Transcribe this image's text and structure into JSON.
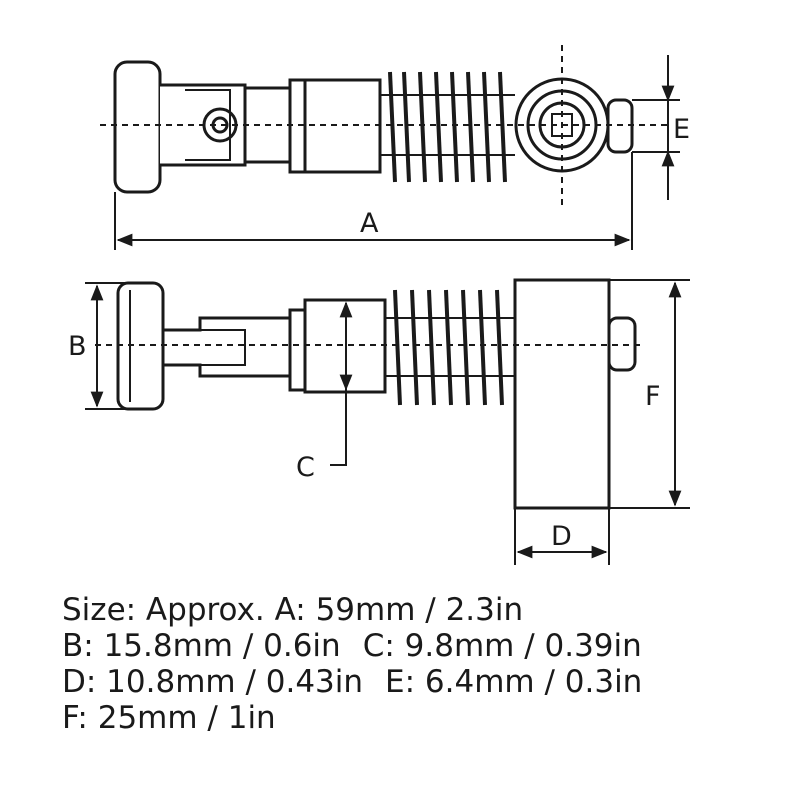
{
  "diagram": {
    "labels": {
      "a": "A",
      "b": "B",
      "c": "C",
      "d": "D",
      "e": "E",
      "f": "F"
    }
  },
  "spec": {
    "line1": "Size: Approx. A: 59mm / 2.3in",
    "line2_b": "B: 15.8mm / 0.6in",
    "line2_c": "C: 9.8mm / 0.39in",
    "line3_d": "D: 10.8mm / 0.43in",
    "line3_e": "E: 6.4mm / 0.3in",
    "line4": "F: 25mm / 1in"
  }
}
